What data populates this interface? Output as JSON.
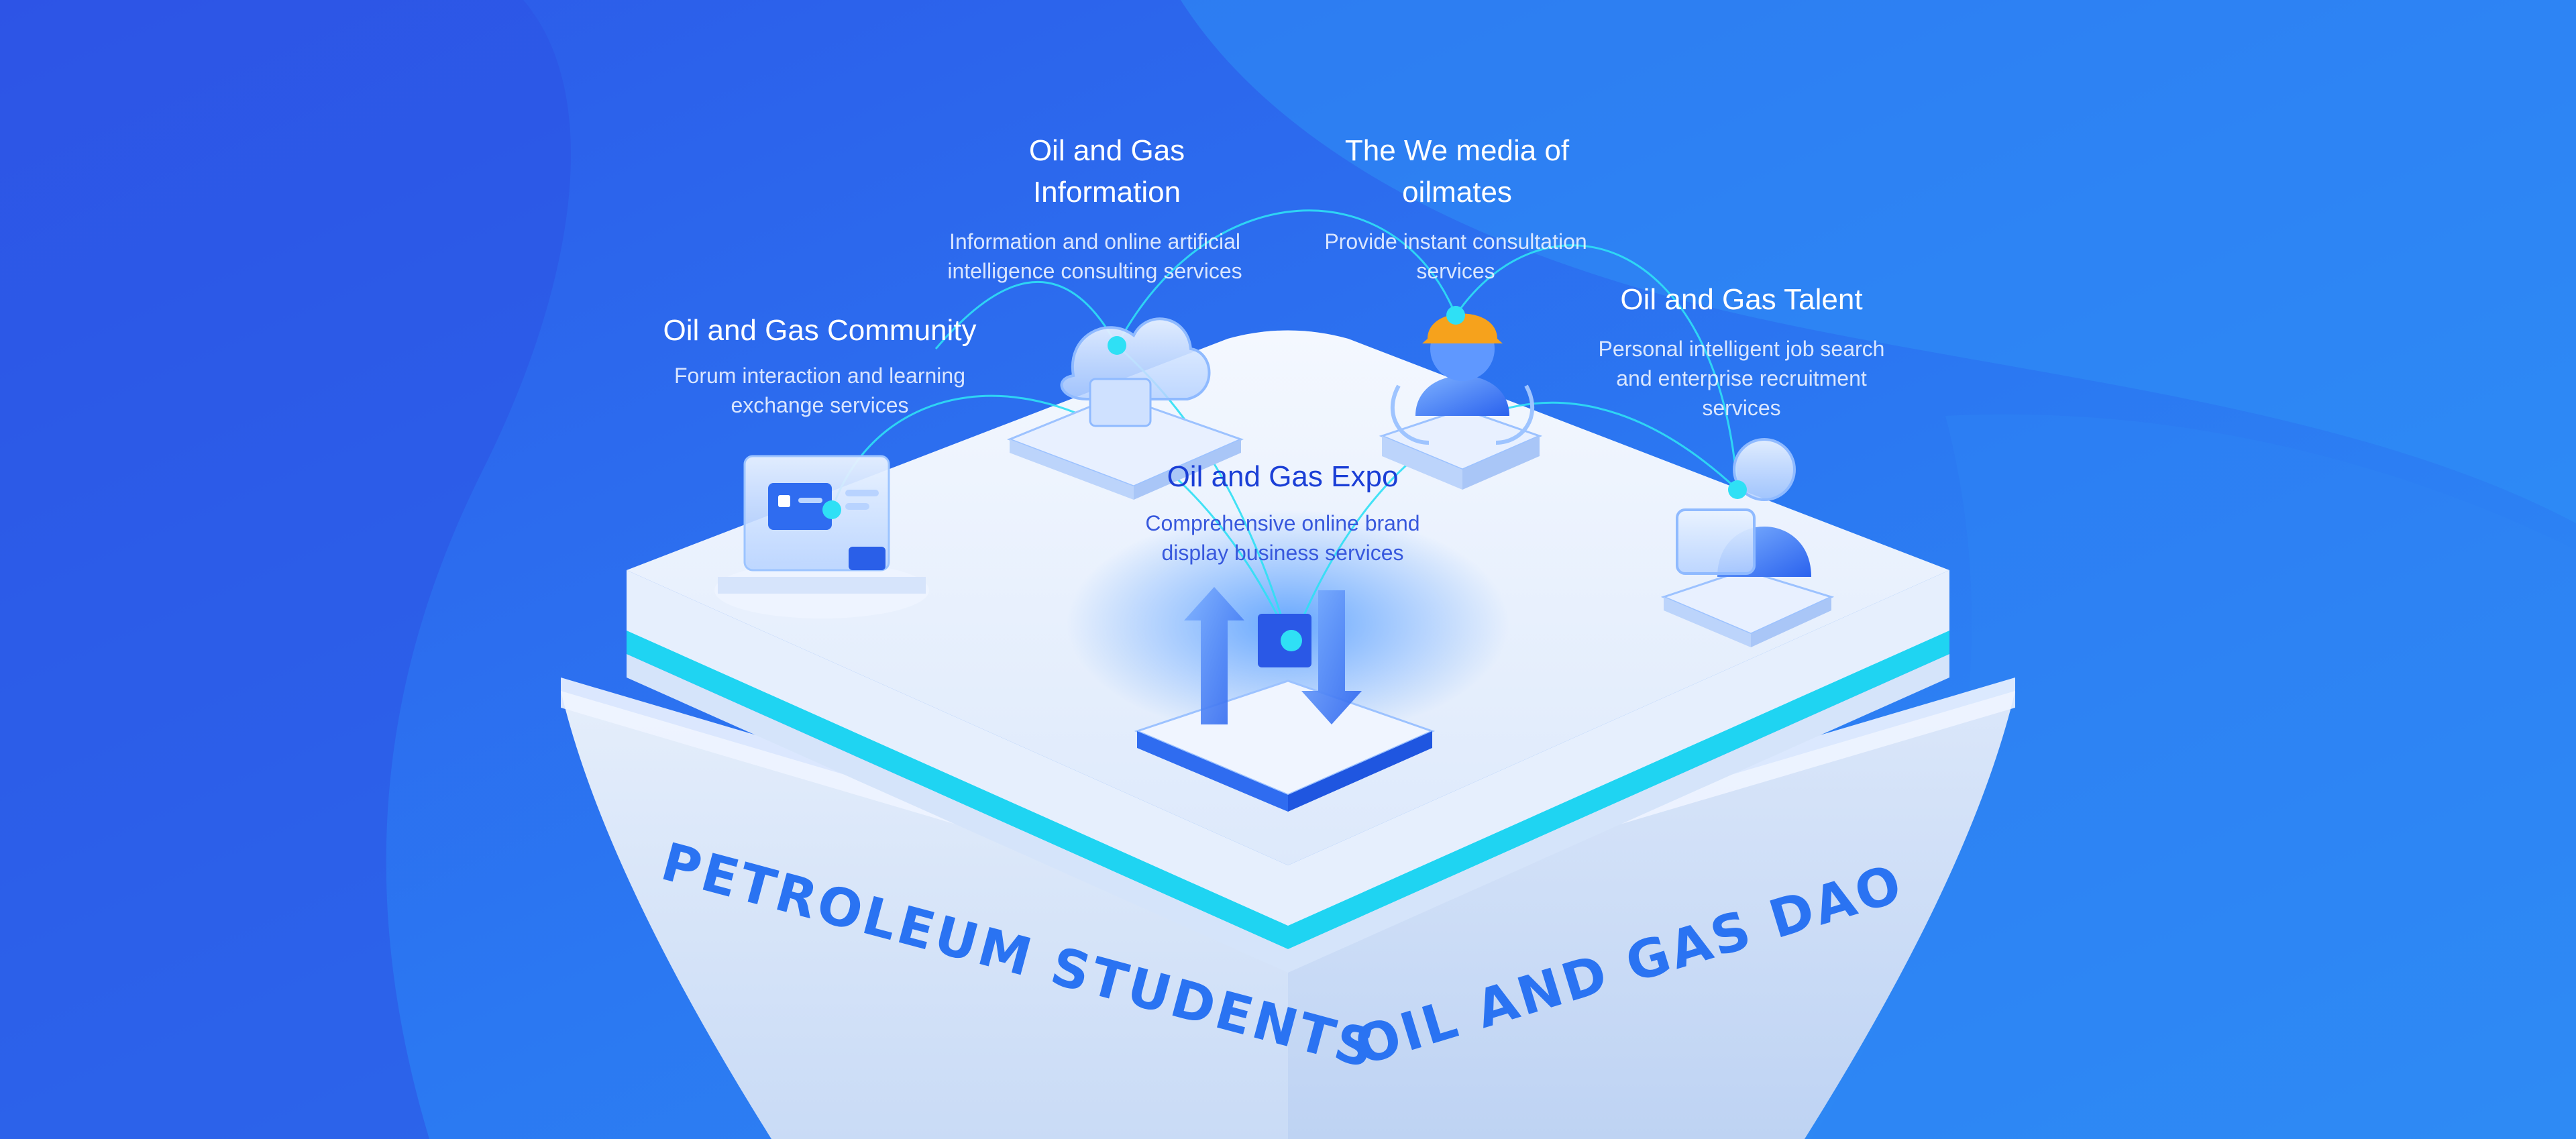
{
  "colors": {
    "background": "#2b72ee",
    "accent_cyan": "#1fd4f2",
    "brand_text": "#2a73f2",
    "title_on_platform": "#1b3fd6"
  },
  "nodes": {
    "community": {
      "title": "Oil and Gas Community",
      "desc_line1": "Forum interaction and learning",
      "desc_line2": "exchange services",
      "icon": "forum-screen-icon"
    },
    "information": {
      "title_line1": "Oil and Gas",
      "title_line2": "Information",
      "desc_line1": "Information and online artificial",
      "desc_line2": "intelligence consulting services",
      "icon": "cloud-document-icon"
    },
    "we_media": {
      "title_line1": "The We media of",
      "title_line2": "oilmates",
      "desc_line1": "Provide instant consultation",
      "desc_line2": "services",
      "icon": "worker-helmet-icon"
    },
    "talent": {
      "title": "Oil and Gas Talent",
      "desc_line1": "Personal intelligent job search",
      "desc_line2": "and enterprise recruitment",
      "desc_line3": "services",
      "icon": "person-resume-icon"
    },
    "expo": {
      "title": "Oil and Gas Expo",
      "desc_line1": "Comprehensive online brand",
      "desc_line2": "display business services",
      "icon": "expo-arrows-icon"
    }
  },
  "platform": {
    "left_face_text": "PETROLEUM STUDENTS",
    "right_face_text": "OIL AND GAS DAO"
  }
}
